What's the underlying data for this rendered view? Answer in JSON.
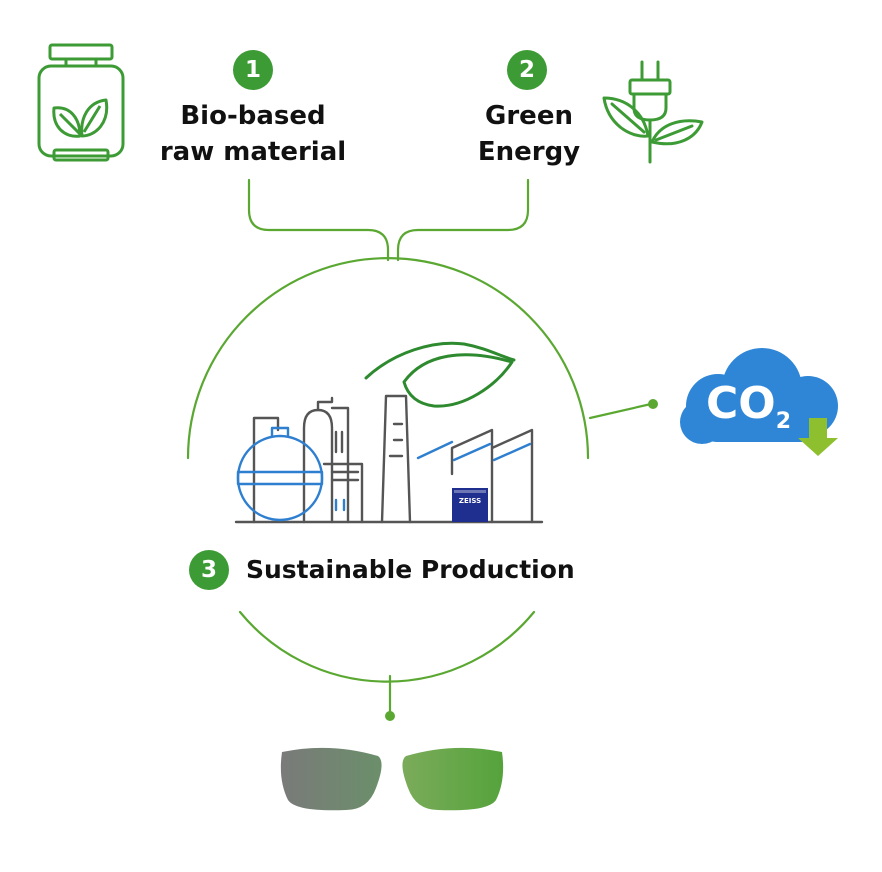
{
  "steps": [
    {
      "number": "1",
      "line1": "Bio-based",
      "line2": "raw material"
    },
    {
      "number": "2",
      "line1": "Green",
      "line2": "Energy"
    },
    {
      "number": "3",
      "label": "Sustainable Production"
    }
  ],
  "co2": {
    "base": "CO",
    "sub": "2"
  },
  "factory": {
    "logo_text": "ZEISS"
  },
  "colors": {
    "green": "#3d9b35",
    "light_green": "#6ab04c",
    "blue": "#2f7fd0",
    "cloud_blue": "#2f86d6",
    "navy": "#1f2f8f",
    "grey": "#555555"
  },
  "icons": [
    "gas-cylinder-leaf-icon",
    "plug-plant-icon",
    "co2-cloud-icon",
    "factory-icon",
    "leaf-icon",
    "lenses-icon"
  ]
}
